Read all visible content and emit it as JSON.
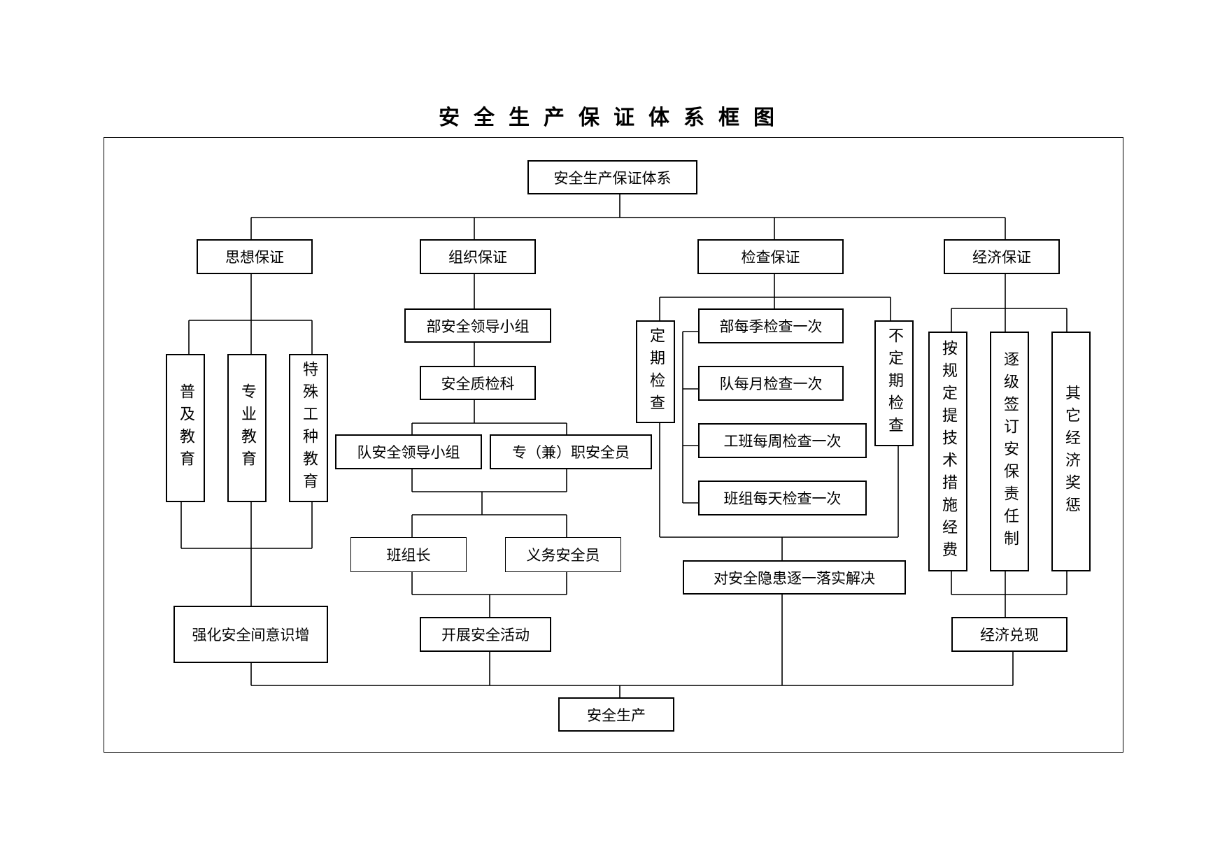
{
  "page_title": "安全生产保证体系框图",
  "nodes": {
    "root": "安全生产保证体系",
    "thought": "思想保证",
    "organization": "组织保证",
    "inspection": "检查保证",
    "economic": "经济保证",
    "general_edu": "普及教育",
    "pro_edu": "专业教育",
    "special_edu": "特殊工种教育",
    "strengthen": "强化安全间意识增",
    "dept_leader": "部安全领导小组",
    "quality_dept": "安全质检科",
    "team_leader_group": "队安全领导小组",
    "safety_officer": "专（兼）职安全员",
    "group_leader": "班组长",
    "volunteer": "义务安全员",
    "activity": "开展安全活动",
    "periodic": "定期检查",
    "irregular": "不定期检查",
    "quarterly": "部每季检查一次",
    "monthly": "队每月检查一次",
    "weekly": "工班每周检查一次",
    "daily": "班组每天检查一次",
    "resolve": "对安全隐患逐一落实解决",
    "tech_funds": "按规定提技术措施经费",
    "responsibility": "逐级签订安保责任制",
    "other_reward": "其它经济奖惩",
    "cash": "经济兑现",
    "production": "安全生产"
  }
}
